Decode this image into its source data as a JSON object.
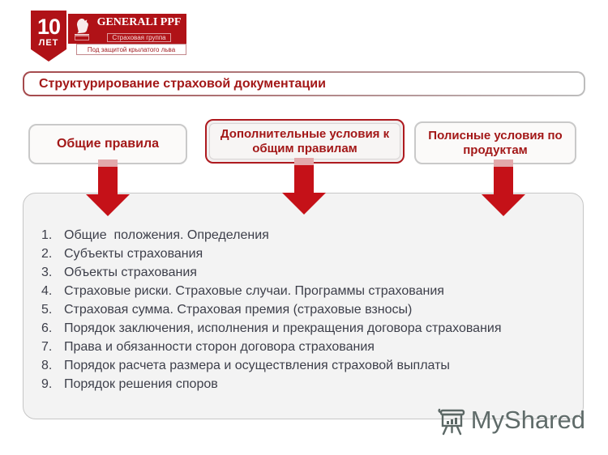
{
  "slide": {
    "logo": {
      "years_number": "10",
      "years_label": "ЛЕТ",
      "brand_name": "GENERALI PPF",
      "brand_sub": "Страховая группа",
      "brand_tagline": "Под защитой крылатого льва"
    },
    "title": "Структурирование страховой документации",
    "flow_boxes": [
      {
        "label": "Общие правила"
      },
      {
        "label": "Дополнительные условия к общим правилам"
      },
      {
        "label": "Полисные условия по продуктам"
      }
    ],
    "list": {
      "items": [
        "Общие  положения. Определения",
        "Субъекты страхования",
        "Объекты страхования",
        "Страховые риски. Страховые случаи. Программы страхования",
        "Страховая сумма. Страховая премия (страховые взносы)",
        "Порядок заключения, исполнения и прекращения договора страхования",
        "Права и обязанности сторон договора страхования",
        "Порядок расчета размера и осуществления страховой выплаты",
        "Порядок решения споров"
      ]
    },
    "watermark": "MyShared",
    "colors": {
      "brand_red": "#b01217",
      "arrow_red": "#c51118",
      "title_red": "#a31818",
      "list_text": "#3d3f4a",
      "watermark_gray": "#5f6b69"
    }
  }
}
